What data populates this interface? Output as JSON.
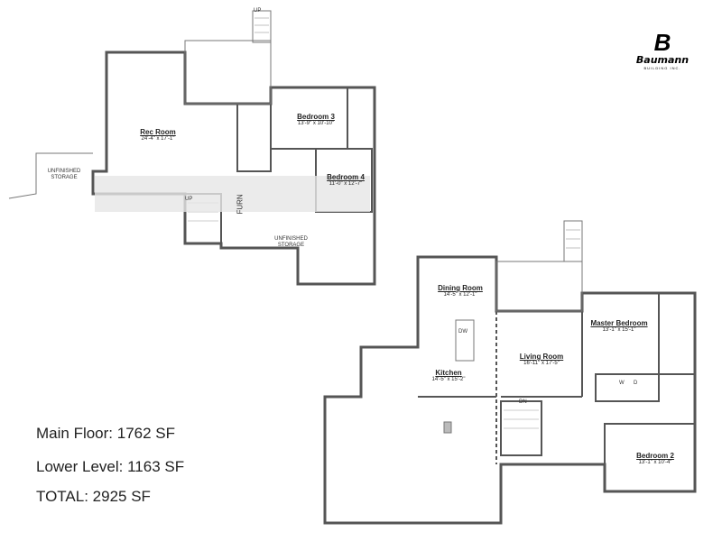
{
  "brand": {
    "name": "Baumann",
    "tagline": "BUILDING INC."
  },
  "lower_level": {
    "rooms": [
      {
        "name": "Rec Room",
        "dims": "24'-4\" x 17'-1\""
      },
      {
        "name": "Bedroom 3",
        "dims": "13'-9\" x 10'-10\""
      },
      {
        "name": "Bedroom 4",
        "dims": "11'-0\" x 12'-7\""
      }
    ],
    "labels": {
      "unfinished_storage_left": "UNFINISHED STORAGE",
      "unfinished_storage_right": "UNFINISHED STORAGE",
      "furn": "FURN",
      "up_stair": "UP",
      "up_top": "UP"
    }
  },
  "main_floor": {
    "rooms": [
      {
        "name": "Dining Room",
        "dims": "14'-5\" x 12'-1\""
      },
      {
        "name": "Kitchen",
        "dims": "14'-5\" x 15'-2\""
      },
      {
        "name": "Living Room",
        "dims": "16'-11\" x 17'-5\""
      },
      {
        "name": "Master Bedroom",
        "dims": "13'-1\" x 15'-1\""
      },
      {
        "name": "Bedroom 2",
        "dims": "13'-1\" x 10'-4\""
      }
    ],
    "labels": {
      "dw": "DW",
      "dn": "DN",
      "washer": "W",
      "dryer": "D"
    }
  },
  "summary": {
    "main_floor": "Main Floor: 1762 SF",
    "lower_level": "Lower Level: 1163 SF",
    "total": "TOTAL: 2925 SF"
  }
}
